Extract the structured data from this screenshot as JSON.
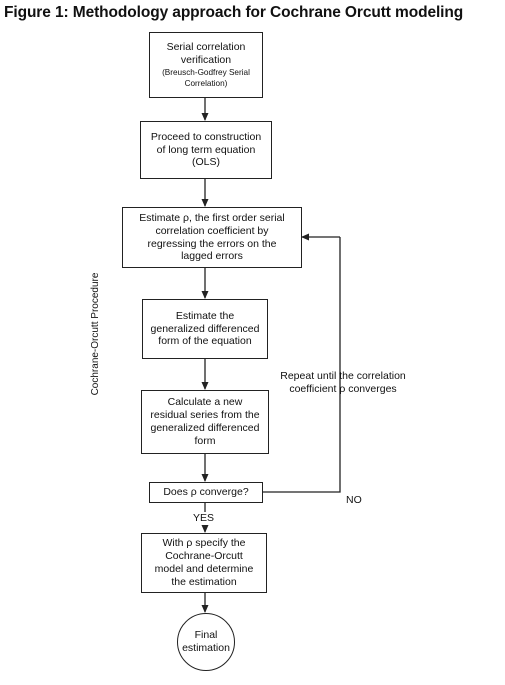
{
  "title": "Figure  1: Methodology approach for Cochrane Orcutt modeling",
  "side_label": "Cochrane-Orcutt Procedure",
  "nodes": {
    "serial_correlation": {
      "lines": [
        "Serial correlation",
        "verification"
      ],
      "small_lines": [
        "(Breusch-Godfrey Serial",
        "Correlation)"
      ]
    },
    "long_term_equation": {
      "lines": [
        "Proceed to construction",
        "of long term equation",
        "(OLS)"
      ]
    },
    "estimate_rho": {
      "lines": [
        "Estimate ρ, the first order serial",
        "correlation coefficient by",
        "regressing the errors on the",
        "lagged errors"
      ]
    },
    "generalized_form": {
      "lines": [
        "Estimate the",
        "generalized differenced",
        "form of the equation"
      ]
    },
    "residual_series": {
      "lines": [
        "Calculate a new",
        "residual series from the",
        "generalized differenced",
        "form"
      ]
    },
    "rho_converge": {
      "lines": [
        "Does ρ converge?"
      ]
    },
    "specify_model": {
      "lines": [
        "With ρ specify the",
        "Cochrane-Orcutt",
        "model and determine",
        "the estimation"
      ]
    },
    "final": {
      "lines": [
        "Final",
        "estimation"
      ]
    }
  },
  "edge_labels": {
    "repeat": [
      "Repeat until the correlation",
      "coefficient ρ converges"
    ],
    "no": "NO",
    "yes": "YES"
  }
}
